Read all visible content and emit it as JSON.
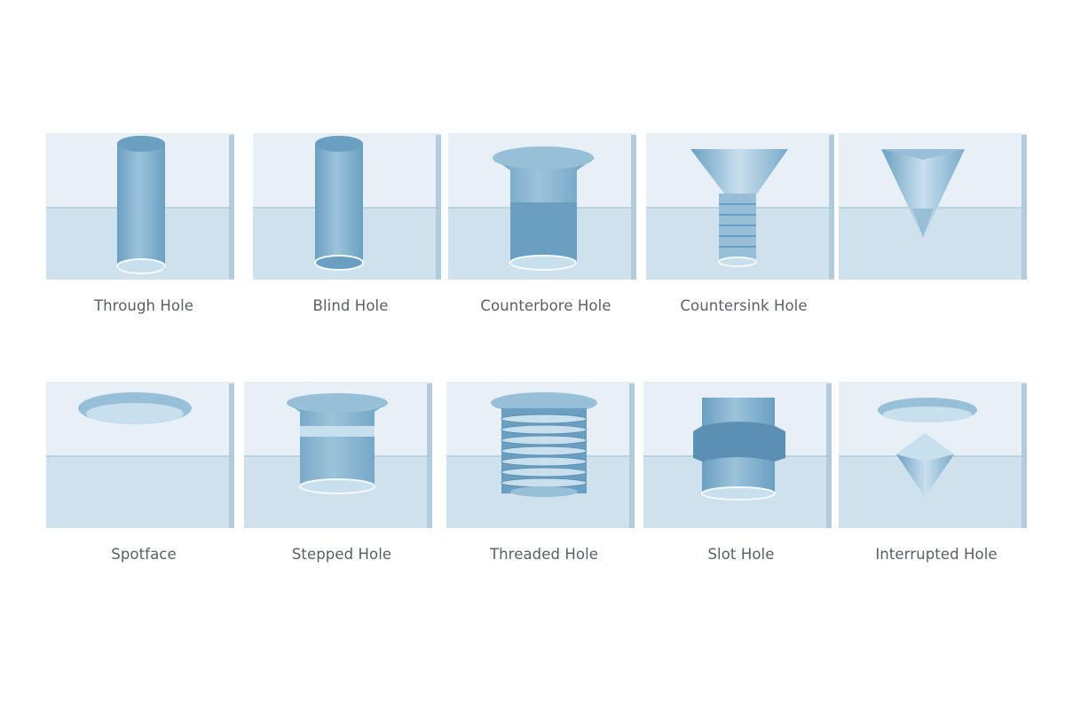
{
  "holes": [
    {
      "id": "through-hole",
      "label": "Through Hole"
    },
    {
      "id": "blind-hole",
      "label": "Blind Hole"
    },
    {
      "id": "counterbore-hole",
      "label": "Counterbore Hole"
    },
    {
      "id": "countersink-hole",
      "label": "Countersink Hole"
    },
    {
      "id": "cone-hole",
      "label": ""
    },
    {
      "id": "spotface",
      "label": "Spotface"
    },
    {
      "id": "stepped-hole",
      "label": "Stepped Hole"
    },
    {
      "id": "threaded-hole",
      "label": "Threaded Hole"
    },
    {
      "id": "slot-hole",
      "label": "Slot Hole"
    },
    {
      "id": "interrupted-hole",
      "label": "Interrupted Hole"
    }
  ],
  "colors": {
    "block_top": "#e6f0f6",
    "block_bottom": "#cfe1ec",
    "block_side": "#b3ccdb",
    "block_divider": "#a9c4d6",
    "hole_light": "#c8dfee",
    "hole_mid": "#98bfd8",
    "hole_dark": "#6b9fc1",
    "hole_deep": "#5b8fb3"
  }
}
